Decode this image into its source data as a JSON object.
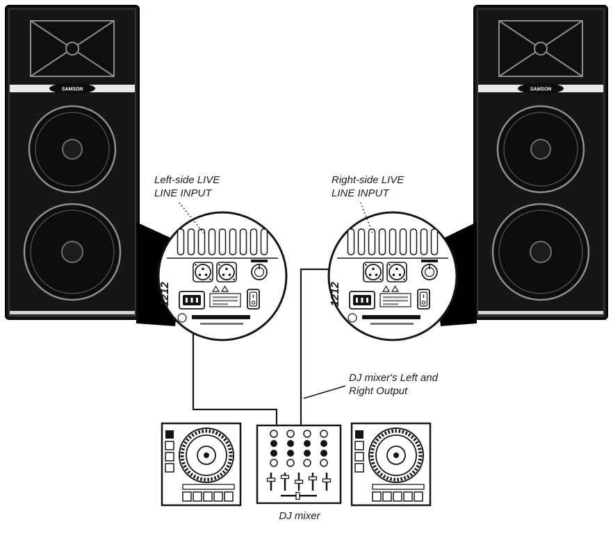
{
  "diagram": {
    "brand": "SAMSON",
    "model": "1212",
    "labels": {
      "left_input_line1": "Left-side LIVE",
      "left_input_line2": "LINE INPUT",
      "right_input_line1": "Right-side LIVE",
      "right_input_line2": "LINE INPUT",
      "output_line1": "DJ mixer's Left and",
      "output_line2": "Right Output",
      "dj_mixer": "DJ mixer"
    },
    "colors": {
      "ink": "#141414",
      "cabinet": "#161616",
      "background": "#ffffff"
    }
  }
}
